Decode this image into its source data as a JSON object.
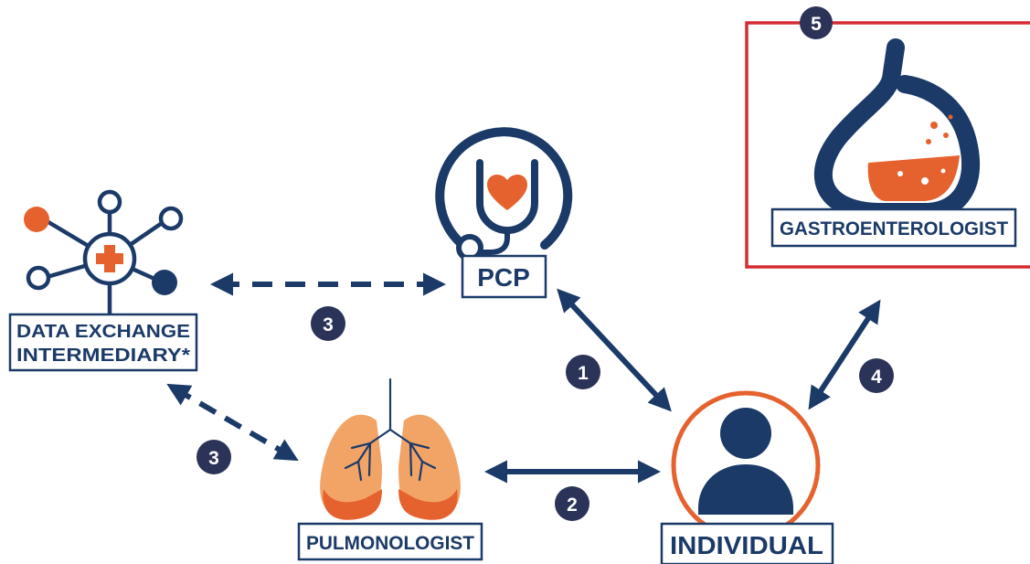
{
  "nodes": {
    "data_exchange": {
      "line1": "DATA EXCHANGE",
      "line2": "INTERMEDIARY*",
      "icon": "network-hub-icon"
    },
    "pcp": {
      "label": "PCP",
      "icon": "stethoscope-heart-icon"
    },
    "gastroenterologist": {
      "label": "GASTROENTEROLOGIST",
      "icon": "stomach-icon",
      "step": "5"
    },
    "pulmonologist": {
      "label": "PULMONOLOGIST",
      "icon": "lungs-icon"
    },
    "individual": {
      "label": "INDIVIDUAL",
      "icon": "person-icon"
    }
  },
  "steps": {
    "pcp_individual": "1",
    "pulmonologist_individual": "2",
    "exchange_pcp": "3",
    "exchange_pulmonologist": "3",
    "individual_gastroenterologist": "4"
  },
  "colors": {
    "navy": "#1b3a68",
    "orange": "#e5622e",
    "lung": "#f2a467",
    "highlight_red": "#d52b32",
    "badge": "#2b3458"
  }
}
